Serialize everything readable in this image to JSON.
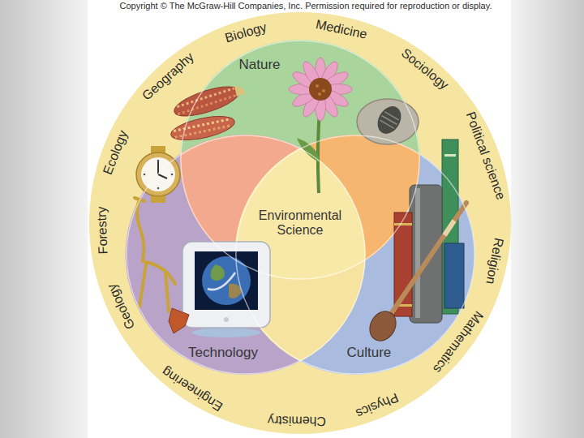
{
  "diagram": {
    "nodes": [
      {
        "text": [
          "Nature"
        ]
      },
      {
        "text": [
          "Environmental Science"
        ]
      },
      {
        "text": [
          "Technology"
        ]
      },
      {
        "text": [
          "Culture"
        ]
      }
    ],
    "labels": [
      "Copyright © The McGraw-Hill Companies, Inc. Permission required for reproduction or display.",
      "Biology",
      "Medicine",
      "Sociology",
      "Political science",
      "Religion",
      "Mathematics",
      "Physics",
      "Chemistry",
      "Engineering",
      "Geology",
      "Forestry",
      "Ecology",
      "Geography"
    ]
  }
}
